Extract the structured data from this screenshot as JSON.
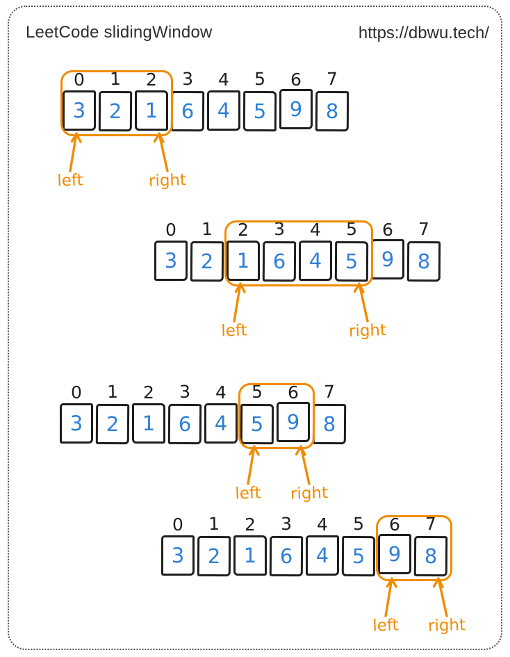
{
  "header": {
    "title": "LeetCode slidingWindow",
    "url": "https://dbwu.tech/"
  },
  "array": {
    "indices": [
      "0",
      "1",
      "2",
      "3",
      "4",
      "5",
      "6",
      "7"
    ],
    "values": [
      "3",
      "2",
      "1",
      "6",
      "4",
      "5",
      "9",
      "8"
    ]
  },
  "steps": [
    {
      "window_start": 0,
      "window_end": 2,
      "left_label": "left",
      "right_label": "right"
    },
    {
      "window_start": 2,
      "window_end": 5,
      "left_label": "left",
      "right_label": "right"
    },
    {
      "window_start": 5,
      "window_end": 6,
      "left_label": "left",
      "right_label": "right"
    },
    {
      "window_start": 6,
      "window_end": 7,
      "left_label": "left",
      "right_label": "right"
    }
  ],
  "colors": {
    "value_blue": "#2f7fd6",
    "window_orange": "#f08c00",
    "stroke_ink": "#1e1e1e"
  }
}
